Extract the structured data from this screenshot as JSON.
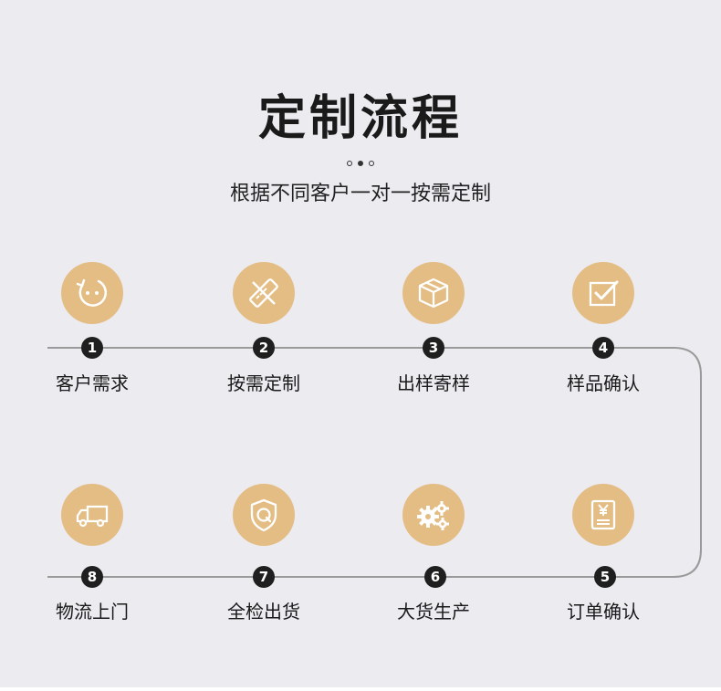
{
  "header": {
    "title": "定制流程",
    "subtitle": "根据不同客户一对一按需定制"
  },
  "colors": {
    "background": "#ebebf0",
    "icon_circle": "#e3bd84",
    "badge": "#1f1f1f",
    "line": "#9a9a9a"
  },
  "steps": [
    {
      "number": "1",
      "label": "客户需求",
      "icon": "chat-bubble-icon"
    },
    {
      "number": "2",
      "label": "按需定制",
      "icon": "pencil-ruler-icon"
    },
    {
      "number": "3",
      "label": "出样寄样",
      "icon": "package-box-icon"
    },
    {
      "number": "4",
      "label": "样品确认",
      "icon": "checkbox-icon"
    },
    {
      "number": "5",
      "label": "订单确认",
      "icon": "invoice-icon"
    },
    {
      "number": "6",
      "label": "大货生产",
      "icon": "gears-icon"
    },
    {
      "number": "7",
      "label": "全检出货",
      "icon": "quality-shield-icon"
    },
    {
      "number": "8",
      "label": "物流上门",
      "icon": "delivery-truck-icon"
    }
  ]
}
